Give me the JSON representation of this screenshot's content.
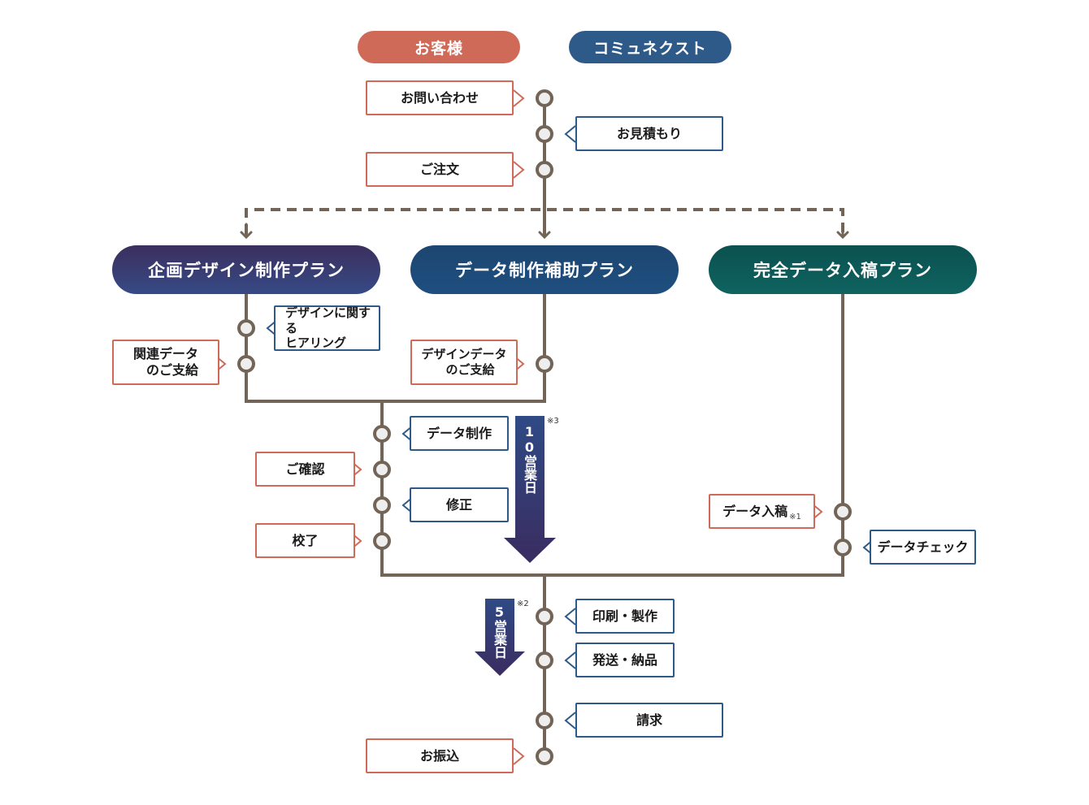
{
  "colors": {
    "customer": "#d06a58",
    "company": "#2e5a8a",
    "line": "#736458",
    "node_fill": "#eeeeee",
    "plan_design": "#3a3a6e",
    "plan_assist": "#1f4a73",
    "plan_full": "#0e5a56",
    "duration_arrow": "#35336a"
  },
  "lanes": {
    "customer": "お客様",
    "company": "コミュネクスト"
  },
  "top_steps": [
    {
      "label": "お問い合わせ",
      "actor": "customer"
    },
    {
      "label": "お見積もり",
      "actor": "company"
    },
    {
      "label": "ご注文",
      "actor": "customer"
    }
  ],
  "plans": [
    {
      "name": "企画デザイン制作プラン",
      "steps": [
        {
          "label": "デザインに関する\nヒアリング",
          "actor": "company"
        },
        {
          "label": "関連データ\n　のご支給",
          "actor": "customer"
        }
      ]
    },
    {
      "name": "データ制作補助プラン",
      "steps": [
        {
          "label": "デザインデータ\n　　のご支給",
          "actor": "customer"
        }
      ]
    },
    {
      "name": "完全データ入稿プラン",
      "steps": [
        {
          "label": "データ入稿",
          "note": "※1",
          "actor": "customer"
        },
        {
          "label": "データチェック",
          "actor": "company"
        }
      ]
    }
  ],
  "production_steps": [
    {
      "label": "データ制作",
      "actor": "company"
    },
    {
      "label": "ご確認",
      "actor": "customer"
    },
    {
      "label": "修正",
      "actor": "company"
    },
    {
      "label": "校了",
      "actor": "customer"
    }
  ],
  "production_duration": {
    "label": "10営業日",
    "note": "※3"
  },
  "final_steps": [
    {
      "label": "印刷・製作",
      "actor": "company"
    },
    {
      "label": "発送・納品",
      "actor": "company"
    },
    {
      "label": "請求",
      "actor": "company"
    },
    {
      "label": "お振込",
      "actor": "customer"
    }
  ],
  "final_duration": {
    "label": "5営業日",
    "note": "※2"
  }
}
